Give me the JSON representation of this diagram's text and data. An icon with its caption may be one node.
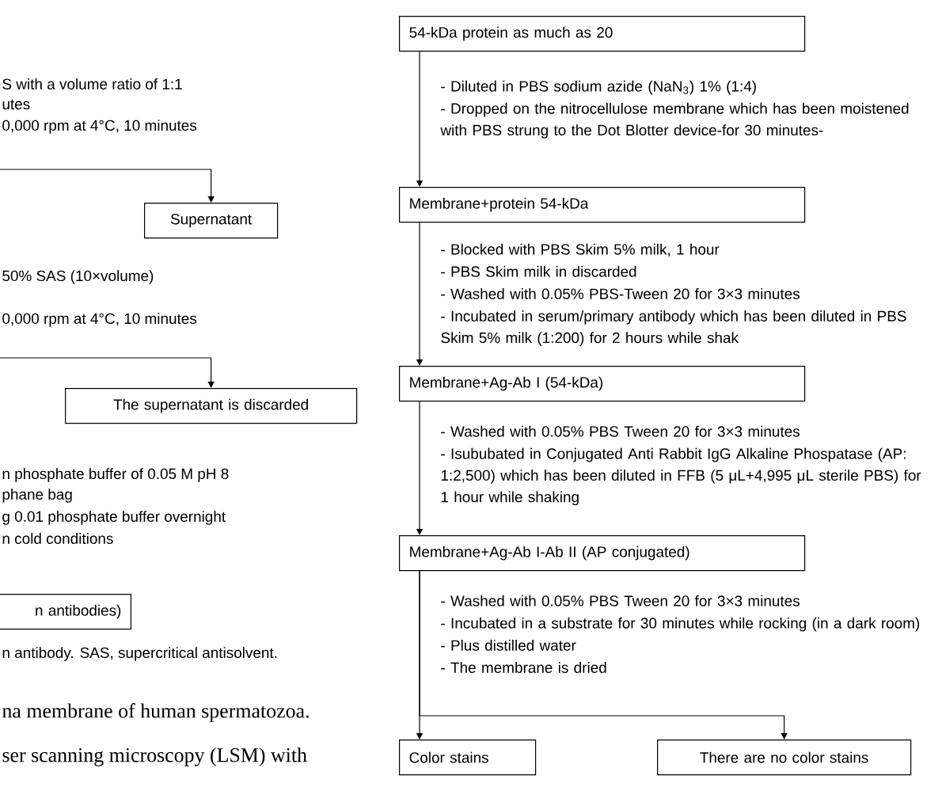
{
  "diagram": {
    "nodes": [
      {
        "text": [
          "Supernatant"
        ]
      },
      {
        "text": [
          "The supernatant is discarded"
        ]
      },
      {
        "text": [
          "n antibodies)"
        ]
      },
      {
        "text": [
          "54-kDa protein as much as 20"
        ]
      },
      {
        "text": [
          "Membrane+protein 54-kDa"
        ]
      },
      {
        "text": [
          "Membrane+Ag-Ab I (54-kDa)"
        ]
      },
      {
        "text": [
          "Membrane+Ag-Ab I-Ab II (AP conjugated)"
        ]
      },
      {
        "text": [
          "Color stains"
        ]
      },
      {
        "text": [
          "There are no color stains"
        ]
      }
    ],
    "edges": [
      {
        "from": null,
        "to": 0,
        "arrow": "to"
      },
      {
        "from": null,
        "to": 1,
        "arrow": "to"
      },
      {
        "from": 3,
        "to": 4,
        "arrow": "to"
      },
      {
        "from": 4,
        "to": 5,
        "arrow": "to"
      },
      {
        "from": 5,
        "to": 6,
        "arrow": "to"
      },
      {
        "from": 6,
        "to": 7,
        "arrow": "to"
      },
      {
        "from": 6,
        "to": 8,
        "arrow": "to"
      }
    ],
    "labels": [
      "S with a volume ratio of 1:1",
      "utes",
      "0,000 rpm at 4°C, 10 minutes",
      "50% SAS (10×volume)",
      "0,000 rpm at 4°C, 10 minutes",
      "n phosphate buffer of 0.05 M pH 8",
      "phane bag",
      "g 0.01 phosphate buffer overnight",
      "n cold conditions",
      "n antibody. SAS, supercritical antisolvent.",
      "na membrane of human spermatozoa.",
      "ser scanning microscopy (LSM) with",
      "- Diluted in PBS sodium azide (NaN$_{3}$) 1% (1:4)",
      "- Dropped on the nitrocellulose membrane which has been moistened with PBS strung to the Dot Blotter device-for 30 minutes-",
      "- Blocked with PBS Skim 5% milk, 1 hour",
      "- PBS Skim milk in discarded",
      "- Washed with 0.05% PBS-Tween 20 for 3×3 minutes",
      "- Incubated in serum/primary antibody which has been diluted in PBS Skim 5% milk (1:200) for 2 hours while shak",
      "- Washed with 0.05% PBS Tween 20 for 3×3 minutes",
      "- Isububated in Conjugated Anti Rabbit IgG Alkaline Phospatase (AP: 1:2,500) which has been diluted in FFB (5 μL+4,995 μL sterile PBS) for 1 hour while shaking",
      "- Washed with 0.05% PBS Tween 20 for 3×3 minutes",
      "- Incubated in a substrate for 30 minutes while rocking (in a dark room)",
      "- Plus distilled water",
      "- The membrane is dried"
    ]
  }
}
